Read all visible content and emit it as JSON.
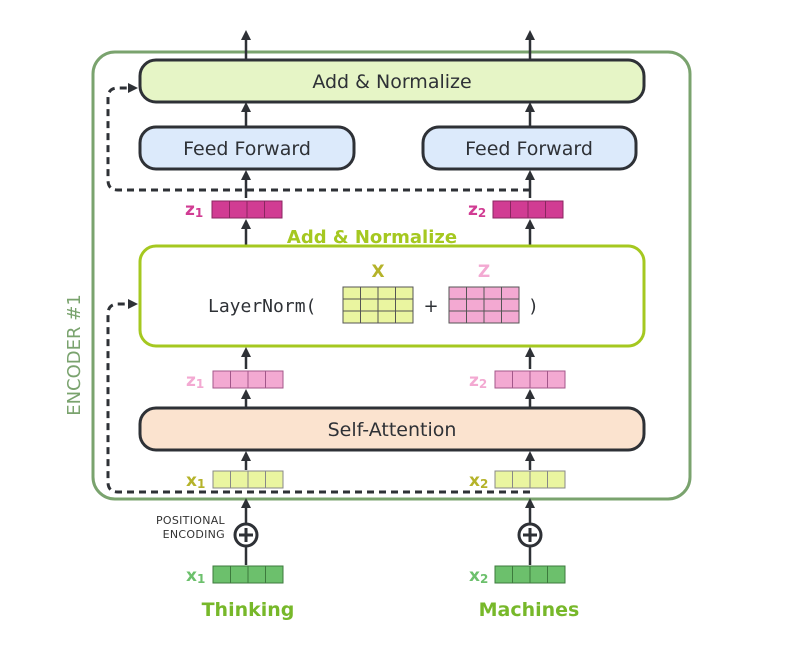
{
  "encoder": {
    "label": "ENCODER #1",
    "top_block": {
      "add_normalize": "Add & Normalize",
      "feed_forward_left": "Feed Forward",
      "feed_forward_right": "Feed Forward"
    },
    "middle_block": {
      "title": "Add & Normalize",
      "layernorm_open": "LayerNorm(",
      "plus": "+",
      "layernorm_close": ")",
      "x_label": "X",
      "z_label": "Z"
    },
    "self_attention": "Self-Attention",
    "vectors": {
      "z1_top": {
        "main": "z",
        "sub": "1"
      },
      "z2_top": {
        "main": "z",
        "sub": "2"
      },
      "z1_mid": {
        "main": "z",
        "sub": "1"
      },
      "z2_mid": {
        "main": "z",
        "sub": "2"
      },
      "x1_in": {
        "main": "x",
        "sub": "1"
      },
      "x2_in": {
        "main": "x",
        "sub": "2"
      },
      "x1_embed": {
        "main": "x",
        "sub": "1"
      },
      "x2_embed": {
        "main": "x",
        "sub": "2"
      }
    }
  },
  "positional_encoding": {
    "line1": "POSITIONAL",
    "line2": "ENCODING"
  },
  "inputs": {
    "word1": "Thinking",
    "word2": "Machines"
  },
  "colors": {
    "encoder_border": "#7aa36e",
    "light_green": "#e6f5c6",
    "layernorm_border": "#a5c820",
    "feed_forward_fill": "#dceafb",
    "self_attention_fill": "#fbe3cf",
    "magenta": "#d13c93",
    "pink": "#f3a9d2",
    "green_vec": "#6cc06c",
    "yellow_vec": "#eaf5a0"
  }
}
